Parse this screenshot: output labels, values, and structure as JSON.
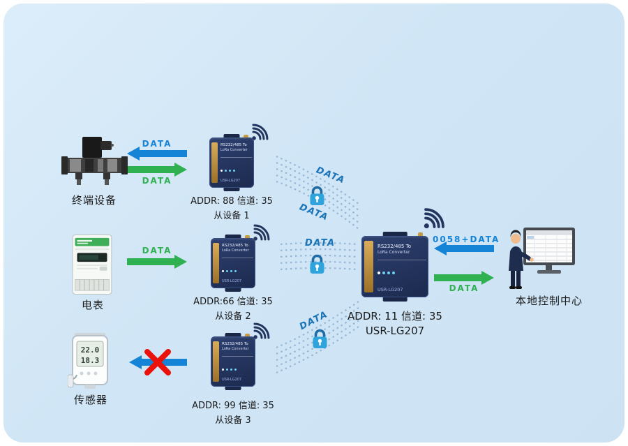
{
  "devices": {
    "terminal": {
      "label": "终端设备",
      "addr": "ADDR: 88 信道: 35",
      "slave": "从设备 1"
    },
    "meter": {
      "label": "电表",
      "addr": "ADDR:66 信道: 35",
      "slave": "从设备 2"
    },
    "sensor": {
      "label": "传感器",
      "addr": "ADDR: 99 信道: 35",
      "slave": "从设备 3",
      "display_line1": "22.0",
      "display_line2": "18.3"
    }
  },
  "master": {
    "addr": "ADDR: 11 信道: 35",
    "model": "USR-LG207"
  },
  "control_center": {
    "label": "本地控制中心"
  },
  "flows": {
    "terminal_downlink": "DATA",
    "terminal_uplink": "DATA",
    "meter_uplink": "DATA",
    "center_downlink": "0058+DATA",
    "center_uplink": "DATA"
  },
  "wireless_labels": {
    "top_upper": "DATA",
    "top_lower": "DATA",
    "middle": "DATA",
    "bottom": "DATA"
  },
  "module_text": {
    "line1": "RS232/485 To",
    "line2": "LoRa Converter",
    "brand": "USR-LG207"
  },
  "icons": {
    "wifi": "wifi-signal-icon",
    "lock": "encryption-lock-icon",
    "blocked": "blocked-red-x-icon"
  },
  "colors": {
    "blue_arrow": "#1583d6",
    "green_arrow": "#2fb152",
    "red_x": "#ea120b",
    "lock_body": "#2ea3dc",
    "background": "#d0e5f5"
  }
}
